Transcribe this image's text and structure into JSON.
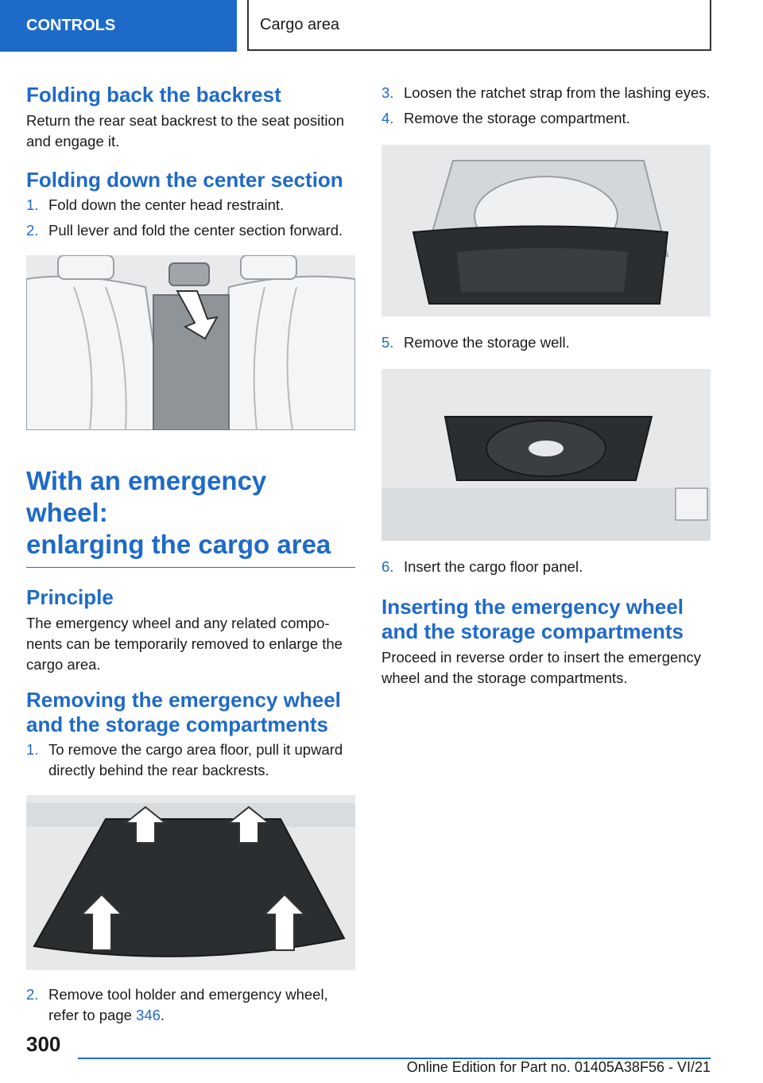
{
  "header": {
    "section": "CONTROLS",
    "title": "Cargo area"
  },
  "left": {
    "h_backrest": "Folding back the backrest",
    "p_backrest": "Return the rear seat backrest to the seat position and engage it.",
    "h_center": "Folding down the center section",
    "center_steps": [
      {
        "num": "1.",
        "text": "Fold down the center head restraint."
      },
      {
        "num": "2.",
        "text": "Pull lever and fold the center section forward."
      }
    ],
    "h_main_line1": "With an emergency wheel:",
    "h_main_line2": "enlarging the cargo area",
    "h_principle": "Principle",
    "p_principle": "The emergency wheel and any related compo-nents can be temporarily removed to enlarge the cargo area.",
    "h_removing": "Removing the emergency wheel and the storage compartments",
    "step1": {
      "num": "1.",
      "text": "To remove the cargo area floor, pull it upward directly behind the rear backrests."
    },
    "step2": {
      "num": "2.",
      "text_before": "Remove tool holder and emergency wheel, refer to page ",
      "link": "346",
      "text_after": "."
    }
  },
  "right": {
    "steps_a": [
      {
        "num": "3.",
        "text": "Loosen the ratchet strap from the lashing eyes."
      },
      {
        "num": "4.",
        "text": "Remove the storage compartment."
      }
    ],
    "step5": {
      "num": "5.",
      "text": "Remove the storage well."
    },
    "step6": {
      "num": "6.",
      "text": "Insert the cargo floor panel."
    },
    "h_inserting": "Inserting the emergency wheel and the storage compartments",
    "p_inserting": "Proceed in reverse order to insert the emergency wheel and the storage compartments."
  },
  "footer": {
    "page": "300",
    "edition": "Online Edition for Part no. 01405A38F56 - VI/21"
  },
  "colors": {
    "accent": "#1e6ac8"
  }
}
